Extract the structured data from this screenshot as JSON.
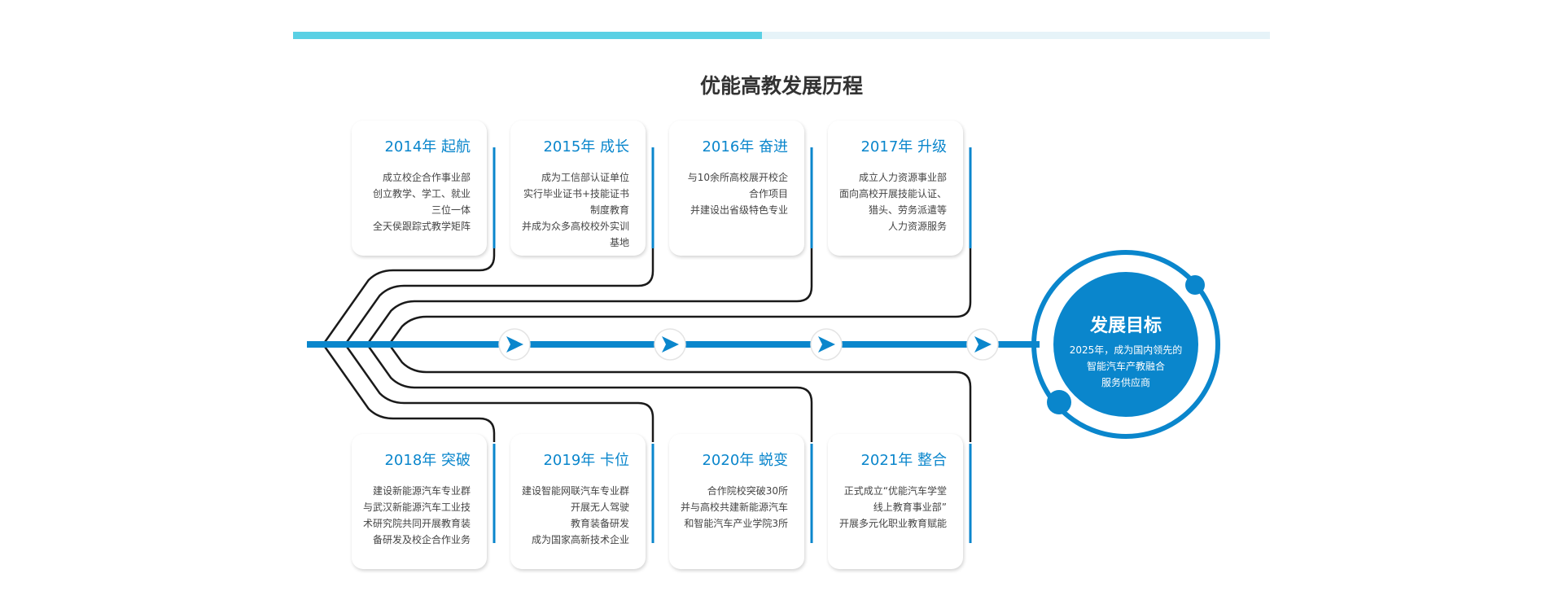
{
  "progress_bar": {
    "percent": 48
  },
  "title": "优能高教发展历程",
  "milestones_top": [
    {
      "year": "2014年 起航",
      "lines": [
        "成立校企合作事业部",
        "创立教学、学工、就业",
        "三位一体",
        "全天侯跟踪式教学矩阵"
      ]
    },
    {
      "year": "2015年 成长",
      "lines": [
        "成为工信部认证单位",
        "实行毕业证书+技能证书",
        "制度教育",
        "并成为众多高校校外实训",
        "基地"
      ]
    },
    {
      "year": "2016年 奋进",
      "lines": [
        "与10余所高校展开校企",
        "合作项目",
        "并建设出省级特色专业"
      ]
    },
    {
      "year": "2017年 升级",
      "lines": [
        "成立人力资源事业部",
        "面向高校开展技能认证、",
        "猎头、劳务派遣等",
        "人力资源服务"
      ]
    }
  ],
  "milestones_bottom": [
    {
      "year": "2018年 突破",
      "lines": [
        "建设新能源汽车专业群",
        "与武汉新能源汽车工业技",
        "术研究院共同开展教育装",
        "备研发及校企合作业务"
      ]
    },
    {
      "year": "2019年 卡位",
      "lines": [
        "建设智能网联汽车专业群",
        "开展无人驾驶",
        "教育装备研发",
        "成为国家高新技术企业"
      ]
    },
    {
      "year": "2020年 蜕变",
      "lines": [
        "合作院校突破30所",
        "并与高校共建新能源汽车",
        "和智能汽车产业学院3所"
      ]
    },
    {
      "year": "2021年 整合",
      "lines": [
        "正式成立“优能汽车学堂",
        "线上教育事业部”",
        "开展多元化职业教育赋能"
      ]
    }
  ],
  "goal": {
    "title": "发展目标",
    "lines": [
      "2025年，成为国内领先的",
      "智能汽车产教融合",
      "服务供应商"
    ]
  },
  "colors": {
    "accent": "#0a86cc",
    "bar": "#5ad0e4",
    "bar_bg": "#e6f3f8",
    "line": "#1a1a1a"
  }
}
